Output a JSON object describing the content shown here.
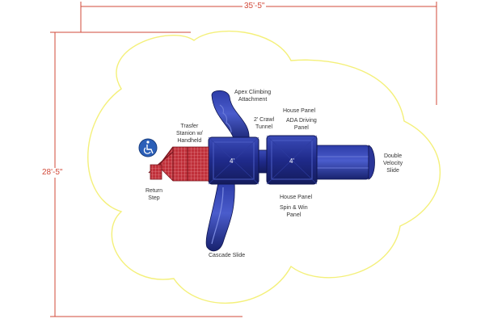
{
  "dimensions": {
    "width": "35'-5\"",
    "depth": "28'-5\""
  },
  "decks": {
    "left": "4'",
    "right": "4'"
  },
  "labels": {
    "apex_climbing": "Apex Climbing\nAttachment",
    "house_panel_top": "House Panel",
    "crawl_tunnel": "2' Crawl\nTunnel",
    "ada_driving": "ADA Driving\nPanel",
    "transfer_station": "Trasfer\nStanion w/\nHandheld",
    "double_velocity": "Double\nVelocity\nSlide",
    "return_step": "Return\nStep",
    "house_panel_bottom": "House Panel",
    "spin_win": "Spin & Win\nPanel",
    "cascade_slide": "Cascade Slide"
  },
  "colors": {
    "structure_blue": "#1f2a8a",
    "transfer_red": "#c0303a",
    "safety_zone": "#f4f07a",
    "dimension_lines": "#d24a3a",
    "ada_icon_bg": "#2b5fb8"
  },
  "icons": {
    "ada": "wheelchair-icon"
  }
}
